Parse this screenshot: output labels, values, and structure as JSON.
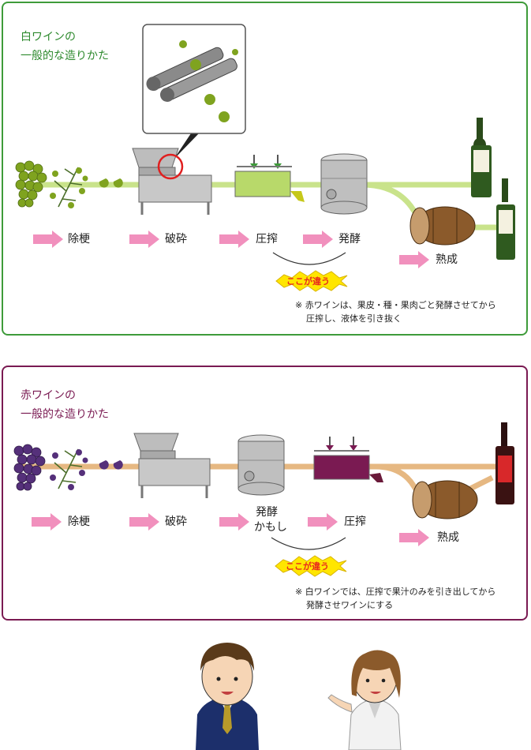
{
  "white": {
    "title_line1": "白ワインの",
    "title_line2": "一般的な造りかた",
    "steps": [
      "除梗",
      "破砕",
      "圧搾",
      "発酵",
      "熟成"
    ],
    "badge": "ここが違う",
    "note_line1": "※ 赤ワインは、果皮・種・果肉ごと発酵させてから",
    "note_line2": "圧搾し、液体を引き抜く"
  },
  "red": {
    "title_line1": "赤ワインの",
    "title_line2": "一般的な造りかた",
    "steps": [
      "除梗",
      "破砕",
      "発酵",
      "かもし",
      "圧搾",
      "熟成"
    ],
    "badge": "ここが違う",
    "note_line1": "※ 白ワインでは、圧搾で果汁のみを引き出してから",
    "note_line2": "発酵させワインにする"
  },
  "colors": {
    "white_accent": "#3e9b3a",
    "red_accent": "#7a1a52",
    "arrow": "#f190bd",
    "badge_fill": "#ffe600",
    "badge_text": "#e8281e",
    "white_pipe": "#c9e38b",
    "red_pipe": "#e6b882"
  },
  "icons": [
    "grape-cluster-icon",
    "destemmer-icon",
    "crusher-icon",
    "press-tank-icon",
    "fermentation-tank-icon",
    "barrel-icon",
    "bottle-icon",
    "crusher-rollers-zoom-icon",
    "man-character-icon",
    "woman-character-icon"
  ]
}
